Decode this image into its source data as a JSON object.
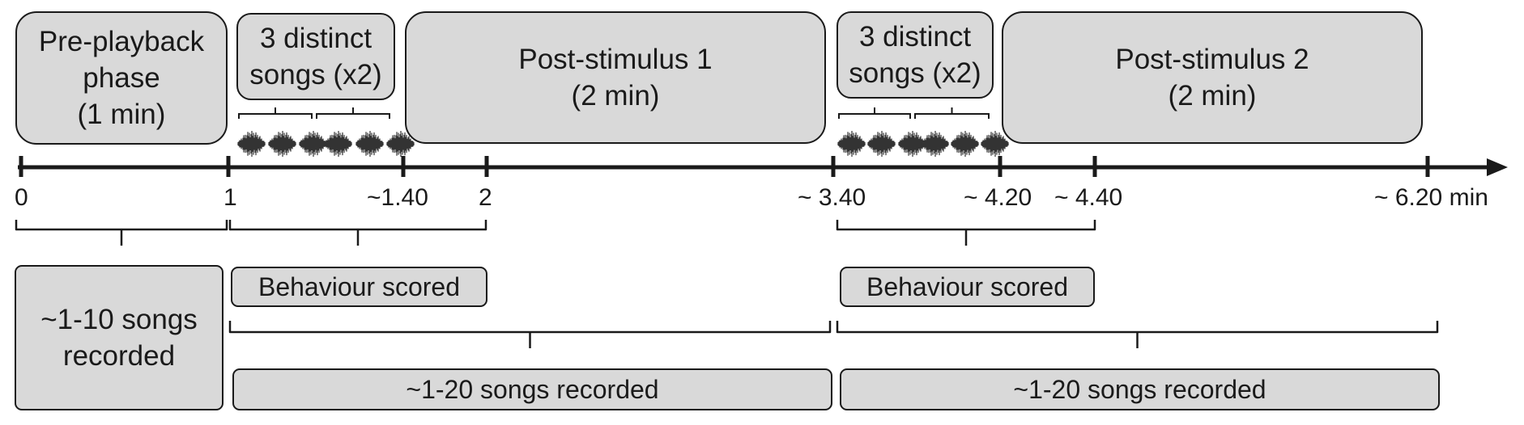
{
  "phases": {
    "pre_playback": "Pre-playback\nphase\n(1 min)",
    "songs_1": "3 distinct\nsongs (x2)",
    "post_stimulus_1": "Post-stimulus 1\n(2 min)",
    "songs_2": "3 distinct\nsongs (x2)",
    "post_stimulus_2": "Post-stimulus 2\n(2 min)"
  },
  "timeline": {
    "ticks": [
      "0",
      "1",
      "~1.40",
      "2",
      "~ 3.40",
      "~ 4.20",
      "~ 4.40",
      "~ 6.20 min"
    ]
  },
  "outcomes": {
    "pre_recorded": "~1-10 songs\nrecorded",
    "behaviour_1": "Behaviour scored",
    "behaviour_2": "Behaviour scored",
    "recorded_1": "~1-20 songs recorded",
    "recorded_2": "~1-20 songs recorded"
  },
  "colors": {
    "box_fill": "#d9d9d9",
    "line": "#1a1a1a",
    "waveform": "#333333"
  }
}
